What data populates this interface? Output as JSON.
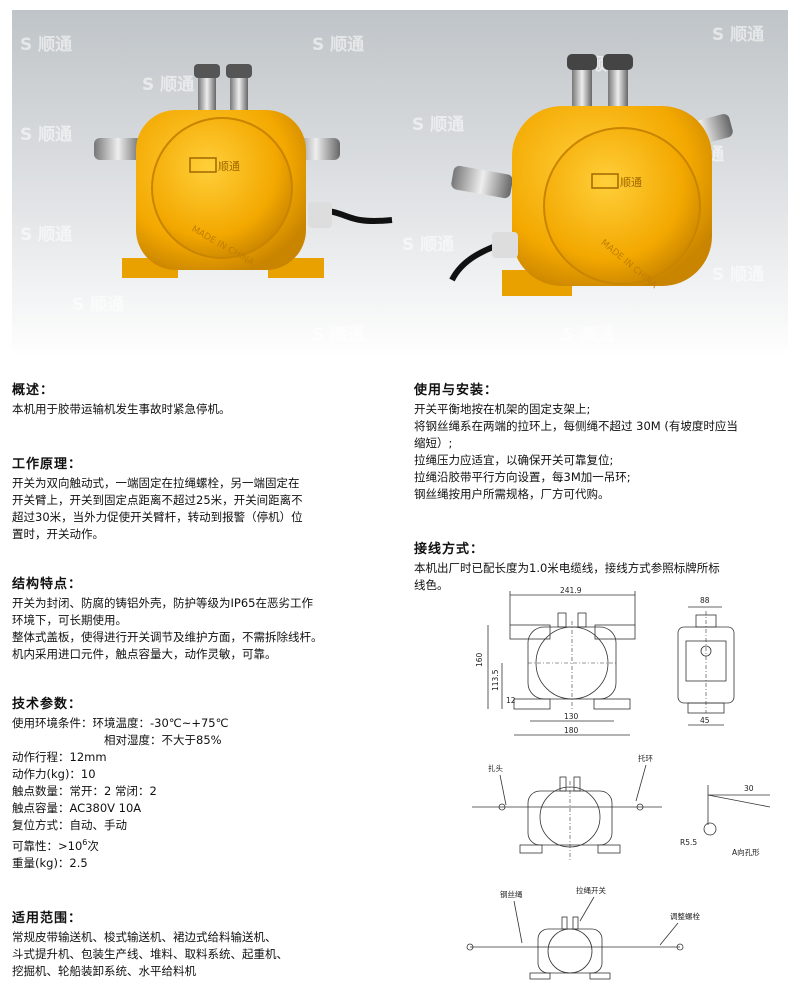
{
  "watermark": "顺通",
  "photo": {
    "plate_text": "顺通",
    "made_in": "MADE IN CHINA"
  },
  "overview": {
    "title": "概述：",
    "text": "本机用于胶带运输机发生事故时紧急停机。"
  },
  "principle": {
    "title": "工作原理：",
    "lines": [
      "开关为双向触动式，一端固定在拉绳螺栓，另一端固定在",
      "开关臂上，开关到固定点距离不超过25米，开关间距离不",
      "超过30米，当外力促使开关臂杆，转动到报警（停机）位",
      "置时，开关动作。"
    ]
  },
  "structure": {
    "title": "结构特点：",
    "lines": [
      "开关为封闭、防腐的铸铝外壳，防护等级为IP65在恶劣工作",
      "环境下，可长期使用。",
      "整体式盖板，使得进行开关调节及维护方面，不需拆除线杆。",
      "机内采用进口元件，触点容量大，动作灵敏，可靠。"
    ]
  },
  "specs": {
    "title": "技术参数：",
    "env_label": "使用环境条件：",
    "env_temp": "环境温度：-30℃~+75℃",
    "env_humidity": "相对湿度：不大于85%",
    "stroke": "动作行程：12mm",
    "force": "动作力(kg)：10",
    "contacts": "触点数量：常开：2  常闭：2",
    "capacity": "触点容量：AC380V    10A",
    "reset": "复位方式：自动、手动",
    "reliability_label": "可靠性：>10",
    "reliability_exp": "6",
    "reliability_unit": "次",
    "weight": "重量(kg)：2.5"
  },
  "application": {
    "title": "适用范围：",
    "lines": [
      "常规皮带输送机、梭式输送机、裙边式给料输送机、",
      "斗式提升机、包装生产线、堆料、取料系统、起重机、",
      "挖掘机、轮船装卸系统、水平给料机"
    ]
  },
  "usage": {
    "title": "使用与安装：",
    "lines": [
      "开关平衡地按在机架的固定支架上;",
      "将钢丝绳系在两端的拉环上，每侧绳不超过 30M (有坡度时应当",
      "缩短）;",
      "拉绳压力应适宜，以确保开关可靠复位;",
      "拉绳沿胶带平行方向设置，每3M加一吊环;",
      "钢丝绳按用户所需规格，厂方可代购。"
    ]
  },
  "wiring": {
    "title": "接线方式：",
    "lines": [
      "本机出厂时已配长度为1.0米电缆线，接线方式参照标牌所标",
      "线色。"
    ]
  },
  "diagram": {
    "dim_width": "241.9",
    "dim_height": "160",
    "dim_center": "113.5",
    "dim_base": "12",
    "dim_inner": "130",
    "dim_bottom": "180",
    "side_top": "88",
    "side_bottom": "45",
    "label_clamp": "扎头",
    "label_ring": "托环",
    "label_angle": "30",
    "label_r": "R5.5",
    "label_a": "A向孔形",
    "label_rope": "钢丝绳",
    "label_switch": "拉绳开关",
    "label_bolt": "调整螺栓"
  }
}
